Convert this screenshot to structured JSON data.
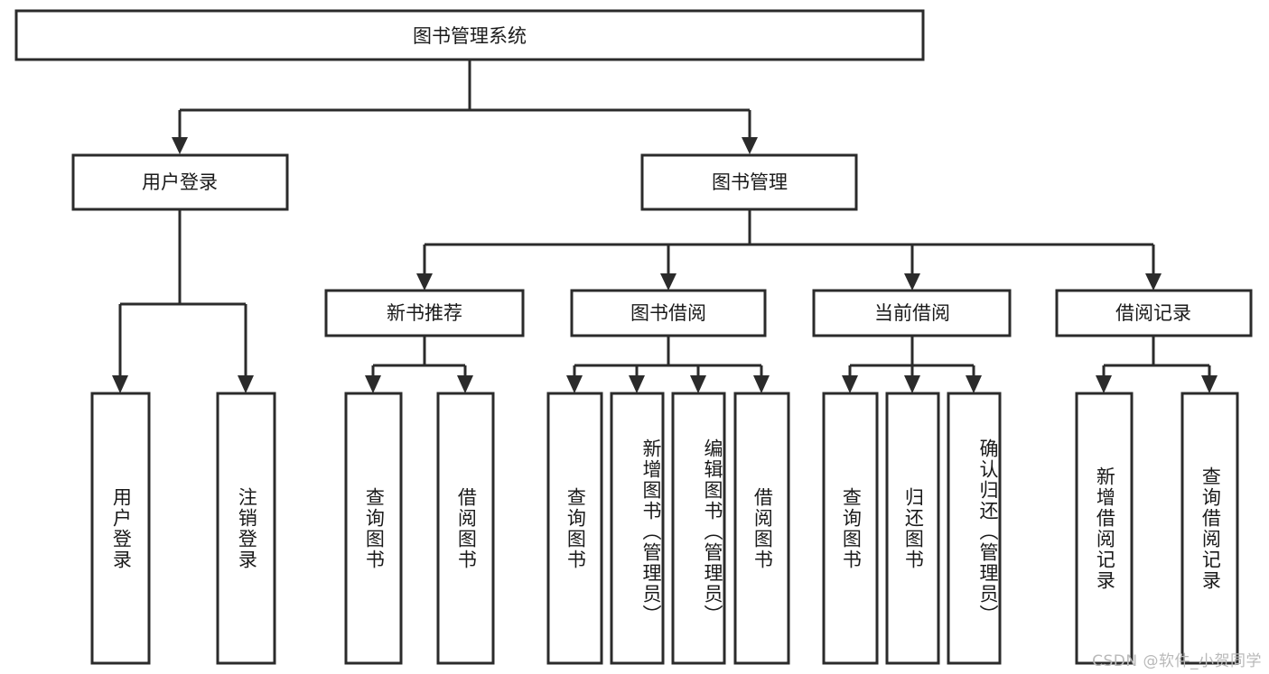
{
  "diagram": {
    "type": "hierarchy-tree",
    "title": "图书管理系统",
    "root": {
      "id": "root",
      "label": "图书管理系统"
    },
    "level2": [
      {
        "id": "user-login",
        "label": "用户登录"
      },
      {
        "id": "book-manage",
        "label": "图书管理"
      }
    ],
    "level3": [
      {
        "id": "new-book-rec",
        "label": "新书推荐",
        "parent": "book-manage"
      },
      {
        "id": "book-borrow",
        "label": "图书借阅",
        "parent": "book-manage"
      },
      {
        "id": "current-borrow",
        "label": "当前借阅",
        "parent": "book-manage"
      },
      {
        "id": "borrow-record",
        "label": "借阅记录",
        "parent": "book-manage"
      }
    ],
    "leaves": [
      {
        "id": "leaf-user-login",
        "label": "用户登录",
        "parent": "user-login"
      },
      {
        "id": "leaf-logout-login",
        "label": "注销登录",
        "parent": "user-login"
      },
      {
        "id": "leaf-query-book-1",
        "label": "查询图书",
        "parent": "new-book-rec"
      },
      {
        "id": "leaf-borrow-book-1",
        "label": "借阅图书",
        "parent": "new-book-rec"
      },
      {
        "id": "leaf-query-book-2",
        "label": "查询图书",
        "parent": "book-borrow"
      },
      {
        "id": "leaf-add-book",
        "label": "新增图书（管理员）",
        "parent": "book-borrow"
      },
      {
        "id": "leaf-edit-book",
        "label": "编辑图书（管理员）",
        "parent": "book-borrow"
      },
      {
        "id": "leaf-borrow-book-2",
        "label": "借阅图书",
        "parent": "book-borrow"
      },
      {
        "id": "leaf-query-book-3",
        "label": "查询图书",
        "parent": "current-borrow"
      },
      {
        "id": "leaf-return-book",
        "label": "归还图书",
        "parent": "current-borrow"
      },
      {
        "id": "leaf-confirm-return",
        "label": "确认归还（管理员）",
        "parent": "current-borrow"
      },
      {
        "id": "leaf-add-record",
        "label": "新增借阅记录",
        "parent": "borrow-record"
      },
      {
        "id": "leaf-query-record",
        "label": "查询借阅记录",
        "parent": "borrow-record"
      }
    ]
  },
  "watermark": {
    "text": "CSDN @软件_小贺同学"
  },
  "colors": {
    "stroke": "#2b2b2b",
    "fill": "#ffffff",
    "text": "#1a1a1a",
    "watermark": "#b9b9b9",
    "background": "#ffffff"
  }
}
